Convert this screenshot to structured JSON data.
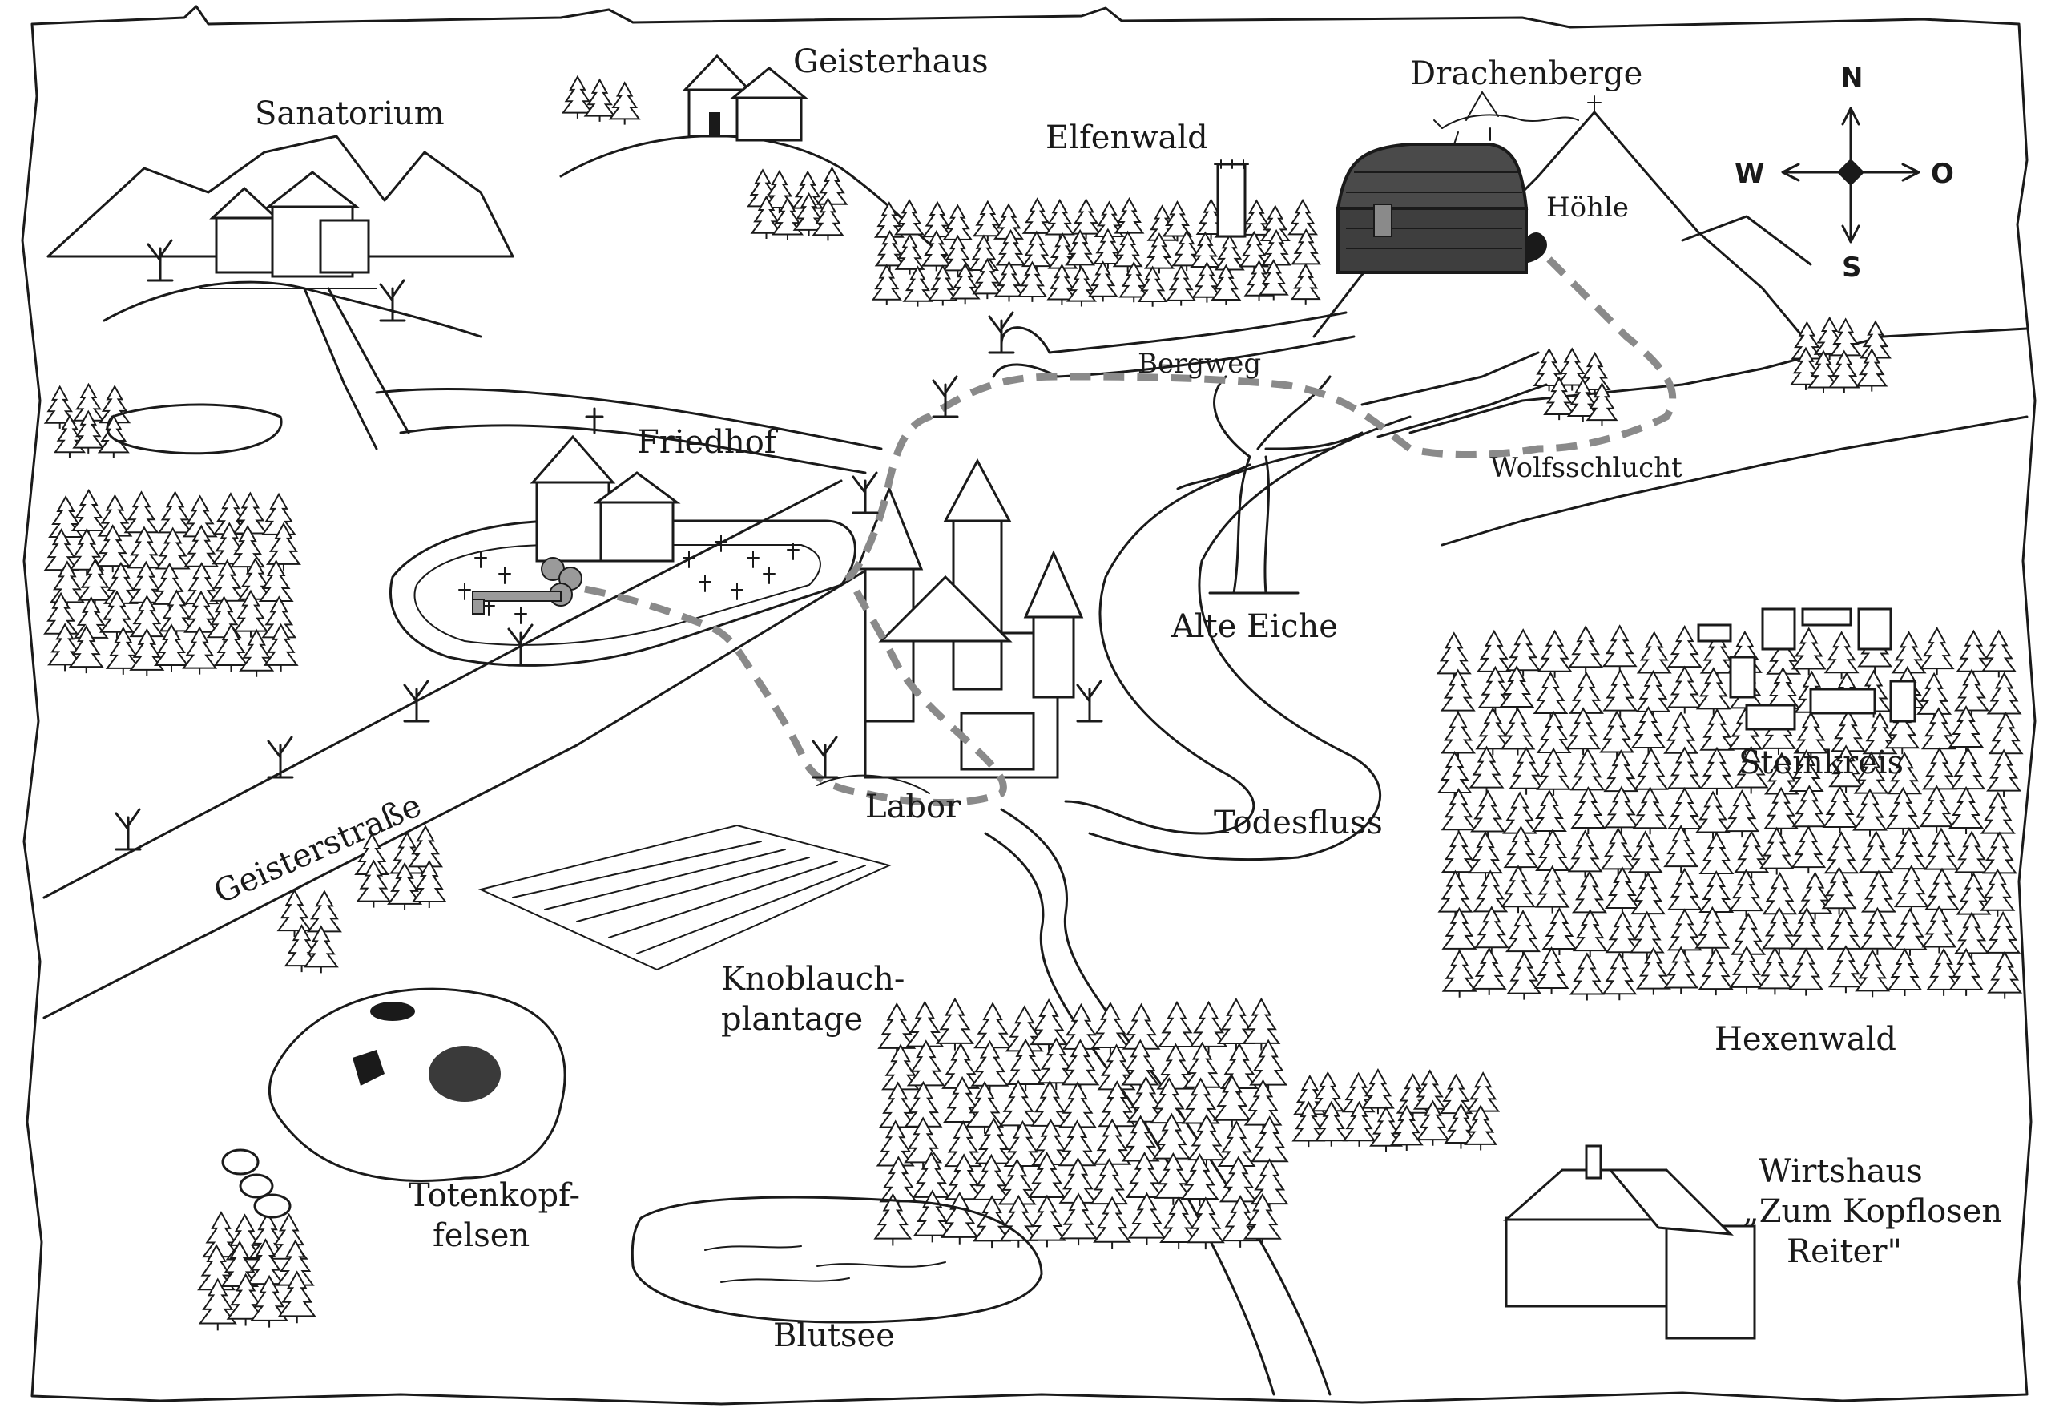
{
  "map": {
    "labels": {
      "sanatorium": "Sanatorium",
      "geisterhaus": "Geisterhaus",
      "elfenwald": "Elfenwald",
      "drachenberge": "Drachenberge",
      "hoehle": "Höhle",
      "bergweg": "Bergweg",
      "wolfsschlucht": "Wolfsschlucht",
      "friedhof": "Friedhof",
      "alte_eiche": "Alte Eiche",
      "steinkreis": "Steinkreis",
      "labor": "Labor",
      "todesfluss": "Todesfluss",
      "geisterstrasse": "Geisterstraße",
      "knoblauch_1": "Knoblauch-",
      "knoblauch_2": "plantage",
      "hexenwald": "Hexenwald",
      "totenkopf_1": "Totenkopf-",
      "totenkopf_2": "felsen",
      "blutsee": "Blutsee",
      "wirtshaus_1": "Wirtshaus",
      "wirtshaus_2": "„Zum Kopflosen",
      "wirtshaus_3": "Reiter\""
    },
    "compass": {
      "north": "N",
      "south": "S",
      "west": "W",
      "east": "O"
    },
    "icons": [
      "treasure-chest-icon",
      "key-icon",
      "dragon-icon",
      "compass-rose-icon",
      "castle-icon",
      "church-icon",
      "skull-rock-icon",
      "inn-icon"
    ],
    "colors": {
      "ink": "#1a1a1a",
      "route": "#8a8a8a",
      "chest": "#4a4a4a",
      "paper": "#ffffff"
    }
  }
}
